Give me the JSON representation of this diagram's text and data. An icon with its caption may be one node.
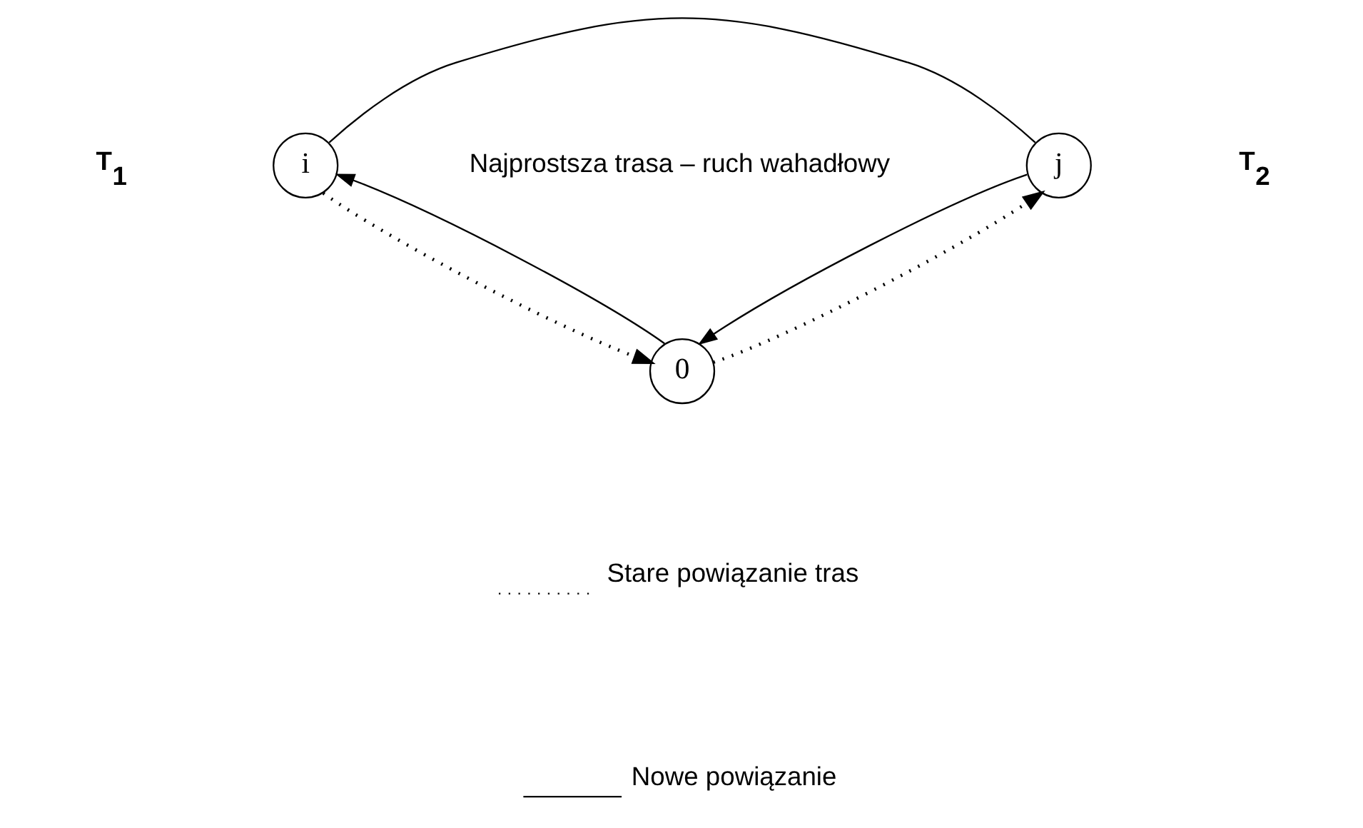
{
  "diagram": {
    "nodes": [
      {
        "text": [
          "i"
        ]
      },
      {
        "text": [
          "j"
        ]
      },
      {
        "text": [
          "0"
        ]
      }
    ],
    "edges": [
      {
        "from": 0,
        "to": 1,
        "arrow": "none"
      },
      {
        "from": 0,
        "to": 2,
        "arrow": "to",
        "style": "dashed"
      },
      {
        "from": 2,
        "to": 1,
        "arrow": "to",
        "style": "dashed"
      },
      {
        "from": 1,
        "to": 2,
        "arrow": "to"
      },
      {
        "from": 2,
        "to": 0,
        "arrow": "to"
      }
    ],
    "labels": [
      "Najprostsza trasa – ruch wahadłowy",
      "**T$_{1}$**",
      "**T$_{2}$**"
    ],
    "legend": [
      {
        "text": "Stare powiązanie tras"
      },
      {
        "text": "Nowe powiązanie"
      }
    ]
  }
}
